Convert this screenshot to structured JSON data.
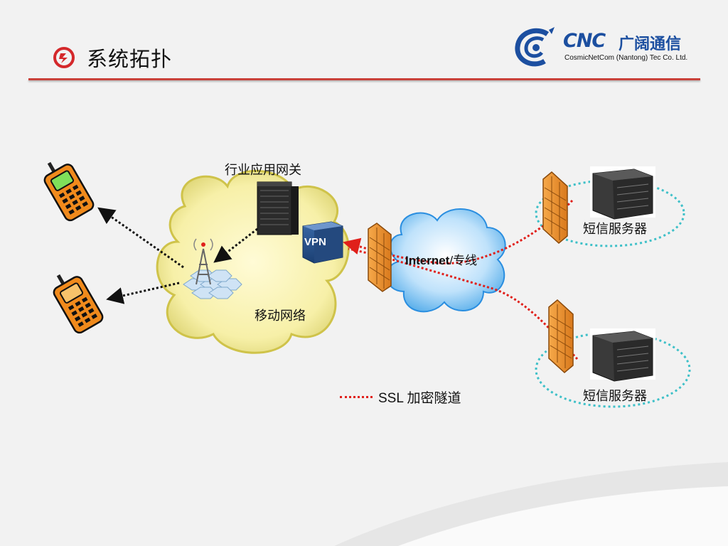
{
  "header": {
    "title": "系统拓扑",
    "icon": "refresh-circle-icon",
    "accent_color": "#c9413a"
  },
  "logo": {
    "brand": "CNC",
    "brand_cn": "广阔通信",
    "company_en": "CosmicNetCom (Nantong) Tec Co. Ltd.",
    "color": "#1c4fa0"
  },
  "diagram": {
    "gateway_label": "行业应用网关",
    "mobile_network_label": "移动网络",
    "vpn_label": "VPN",
    "internet_label_bold": "Internet",
    "internet_label_rest": "/专线",
    "sms_server_1_label": "短信服务器",
    "sms_server_2_label": "短信服务器",
    "tunnel_color": "#e0201b",
    "ring_color": "#3ec0c8"
  },
  "legend": {
    "line_label": "SSL 加密隧道"
  }
}
